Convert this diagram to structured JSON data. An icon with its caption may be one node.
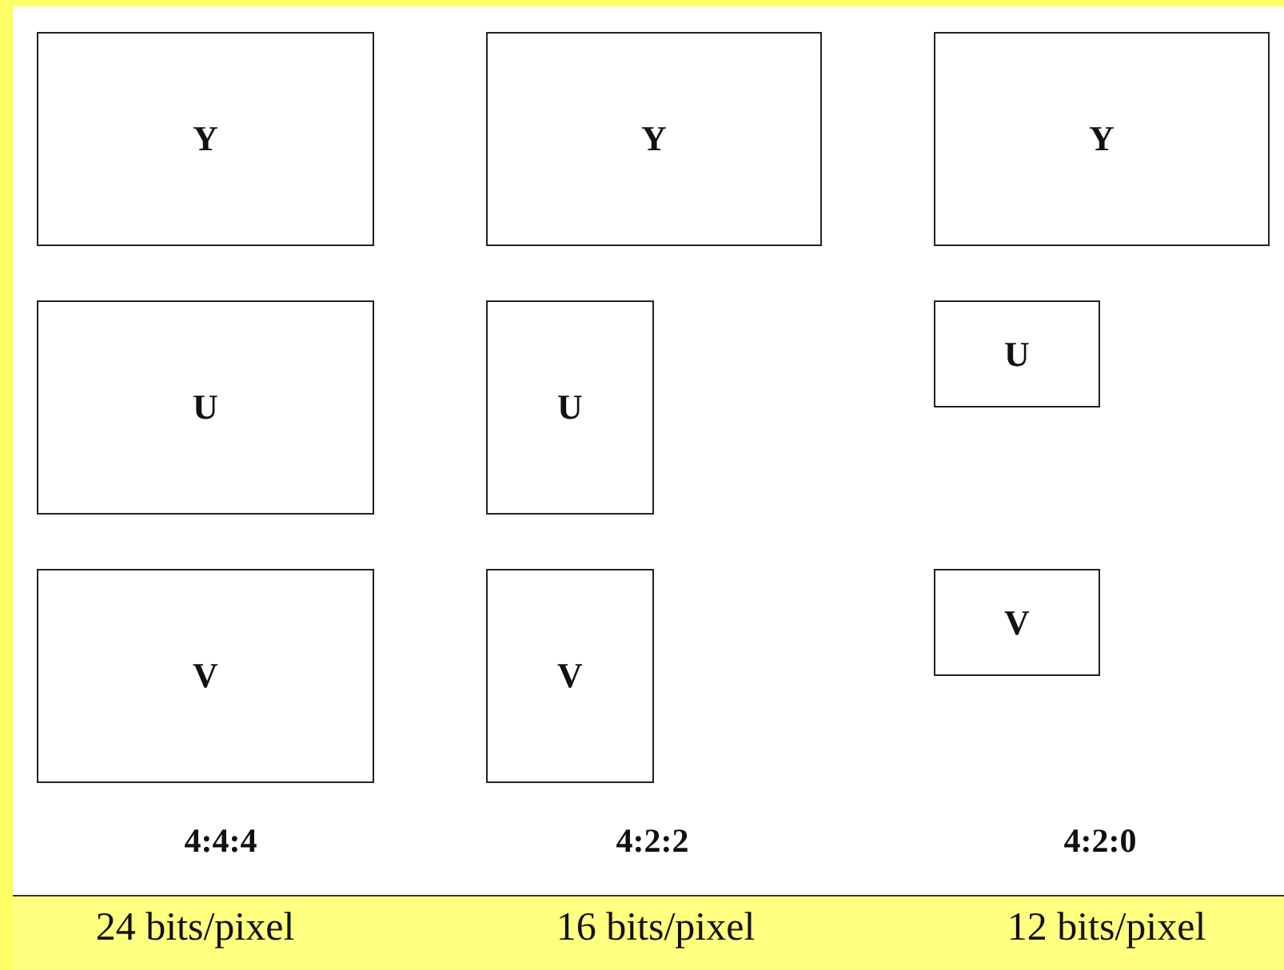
{
  "diagram": {
    "nodes": [
      {
        "text": [
          "Y"
        ]
      },
      {
        "text": [
          "Y"
        ]
      },
      {
        "text": [
          "Y"
        ]
      },
      {
        "text": [
          "U"
        ]
      },
      {
        "text": [
          "U"
        ]
      },
      {
        "text": [
          "U"
        ]
      },
      {
        "text": [
          "V"
        ]
      },
      {
        "text": [
          "V"
        ]
      },
      {
        "text": [
          "V"
        ]
      }
    ],
    "labels": [
      "4:4:4",
      "4:2:2",
      "4:2:0",
      "24 bits/pixel",
      "16 bits/pixel",
      "12 bits/pixel"
    ]
  }
}
